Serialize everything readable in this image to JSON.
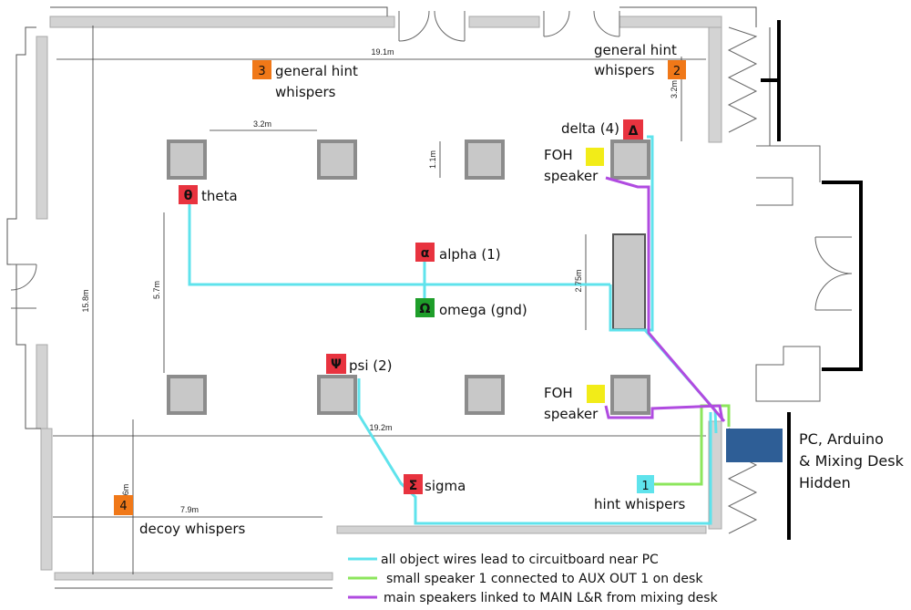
{
  "colors": {
    "wall": "#d0d0d0",
    "wall_edge": "#a8a8a8",
    "object_wire": "#5fe3ec",
    "small_speaker_wire": "#8ce65c",
    "main_speaker_wire": "#b04be0",
    "red_marker": "#e8333f",
    "green_marker": "#1e9e2a",
    "orange_marker": "#f07818",
    "cyan_marker": "#5fe3ec",
    "yellow_speaker": "#f2ec18",
    "pc_box": "#2e5e96",
    "pillar_fill": "#c8c8c8",
    "pillar_edge": "#8c8c8c"
  },
  "dimensions": {
    "width_top": "19.1m",
    "width_bottom": "19.2m",
    "height_left": "15.8m",
    "pillar_spacing_x": "3.2m",
    "pillar_spacing_y": "5.7m",
    "pillar_size": "1.1m",
    "board_length": "2.75m",
    "right_recess": "3.2m",
    "bottom_left_height": "6m",
    "bottom_left_width": "7.9m"
  },
  "markers": {
    "theta": {
      "symbol": "θ",
      "label": "theta"
    },
    "alpha": {
      "symbol": "α",
      "label": "alpha (1)"
    },
    "omega": {
      "symbol": "Ω",
      "label": "omega (gnd)"
    },
    "psi": {
      "symbol": "Ψ",
      "label": "psi (2)"
    },
    "sigma": {
      "symbol": "Σ",
      "label": "sigma"
    },
    "delta": {
      "symbol": "Δ",
      "label": "delta (4)"
    }
  },
  "hints": {
    "hint3": {
      "number": "3",
      "line1": "general hint",
      "line2": "whispers"
    },
    "hint2": {
      "number": "2",
      "line1": "general hint",
      "line2": "whispers"
    },
    "hint4": {
      "number": "4",
      "label": "decoy whispers"
    },
    "hint1": {
      "number": "1",
      "label": "hint whispers"
    }
  },
  "speakers": {
    "foh_top": {
      "line1": "FOH",
      "line2": "speaker"
    },
    "foh_bottom": {
      "line1": "FOH",
      "line2": "speaker"
    }
  },
  "pc": {
    "line1": "PC, Arduino",
    "line2": "& Mixing Desk",
    "line3": "Hidden"
  },
  "legend": [
    {
      "color_key": "object_wire",
      "text": "all object wires lead to circuitboard near PC"
    },
    {
      "color_key": "small_speaker_wire",
      "text": "small speaker 1 connected to AUX OUT 1 on desk"
    },
    {
      "color_key": "main_speaker_wire",
      "text": "main speakers linked to MAIN L&R from mixing desk"
    }
  ]
}
